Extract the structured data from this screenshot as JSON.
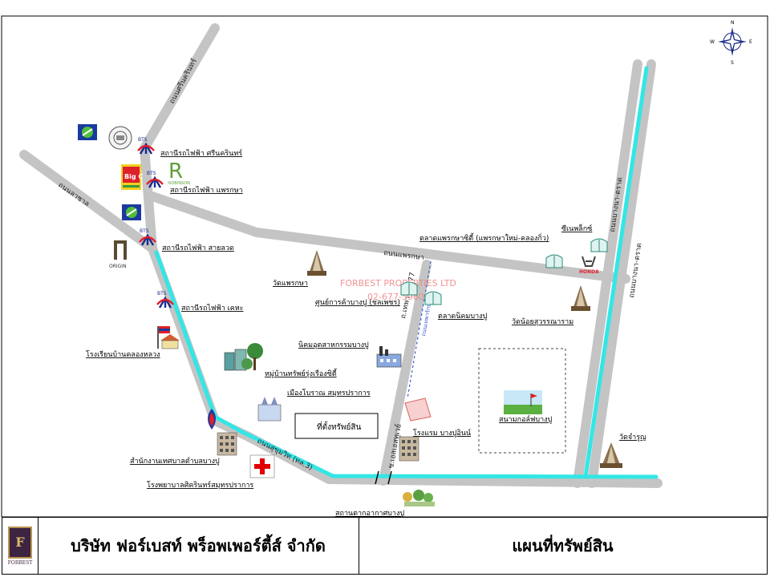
{
  "company": {
    "name_th": "บริษัท ฟอร์เบสท์ พร็อพเพอร์ตี้ส์ จำกัด",
    "logo_text": "FORBEST",
    "logo_glyph": "F"
  },
  "map_title": "แผนที่ทรัพย์สิน",
  "watermark": {
    "name": "FORBEST PROPERTIES LTD",
    "phone": "02-677-5960"
  },
  "compass": {
    "north": "N",
    "south": "S",
    "east": "E",
    "west": "W"
  },
  "colors": {
    "road": "#c4c4c4",
    "rail": "#33e6e6",
    "hospital": "#e00000",
    "label_underline": "#000000"
  },
  "roads": {
    "srinakarin": "ถนนศรีนครินทร์",
    "lasalle": "ถนนลาซาล",
    "phraeksa": "ถนนแพรกษา",
    "sukhumvit": "ถนนสุขุมวิท (ทล.3)",
    "rd_left": "ซ.เอสเอสทูเวย์",
    "rd_right": "ถนนเทพารักษ์",
    "soi77": "ถ.เทพารักษ์ 77",
    "bangna_a": "ถนนบางนา-ตราด",
    "bangna_b": "ถนนบางนา-ตราด",
    "dashed": "ถนนเทพารักษ์"
  },
  "places": {
    "bts_srinakarin": "สถานีรถไฟฟ้า ศรีนครินทร์",
    "bts_phraeksa": "สถานีรถไฟฟ้า แพรกษา",
    "bts_lasalle": "สถานีรถไฟฟ้า สายลวด",
    "bts_kheha": "สถานีรถไฟฟ้า เคหะ",
    "school": "โรงเรียนบ้านคลองหลวง",
    "village": "หมู่บ้านทรัพย์รุ่งเรืองซิตี้",
    "ancient_city": "เมืองโบราณ สมุทรปราการ",
    "target": "ที่ตั้งทรัพย์สิน",
    "district_office": "สำนักงานเทศบาลตำบลบางปู",
    "hospital": "โรงพยาบาลศิครินทร์สมุทรปราการ",
    "weather_station": "สถานตากอากาศบางปู",
    "wat_phraeksa": "วัดแพรกษา",
    "shopping_bangpu": "ศูนย์การค้าบางปู (ชลเพชร)",
    "industrial_estate": "นิคมอุตสาหกรรมบางปู",
    "hotel": "โรงแรม บางปูอินน์",
    "market_nikhom": "ตลาดนิคมบางปู",
    "market_phraeksa": "ตลาดแพรกษาซิตี้ (แพรกษาใหม่-คลองกิ่ว)",
    "cinema": "ซีเนพล็กซ์",
    "honda": "HONDA",
    "wat_noi": "วัดน้อยสุวรรณาราม",
    "golf": "สนามกอล์ฟบางปู",
    "wat_chamru": "วัดจำรูญ"
  },
  "brands": {
    "bts_tag": "BTS",
    "robinson": "R",
    "robinson_text": "ROBINSON",
    "origin": "ORIGIN",
    "bigc": "Big C"
  }
}
